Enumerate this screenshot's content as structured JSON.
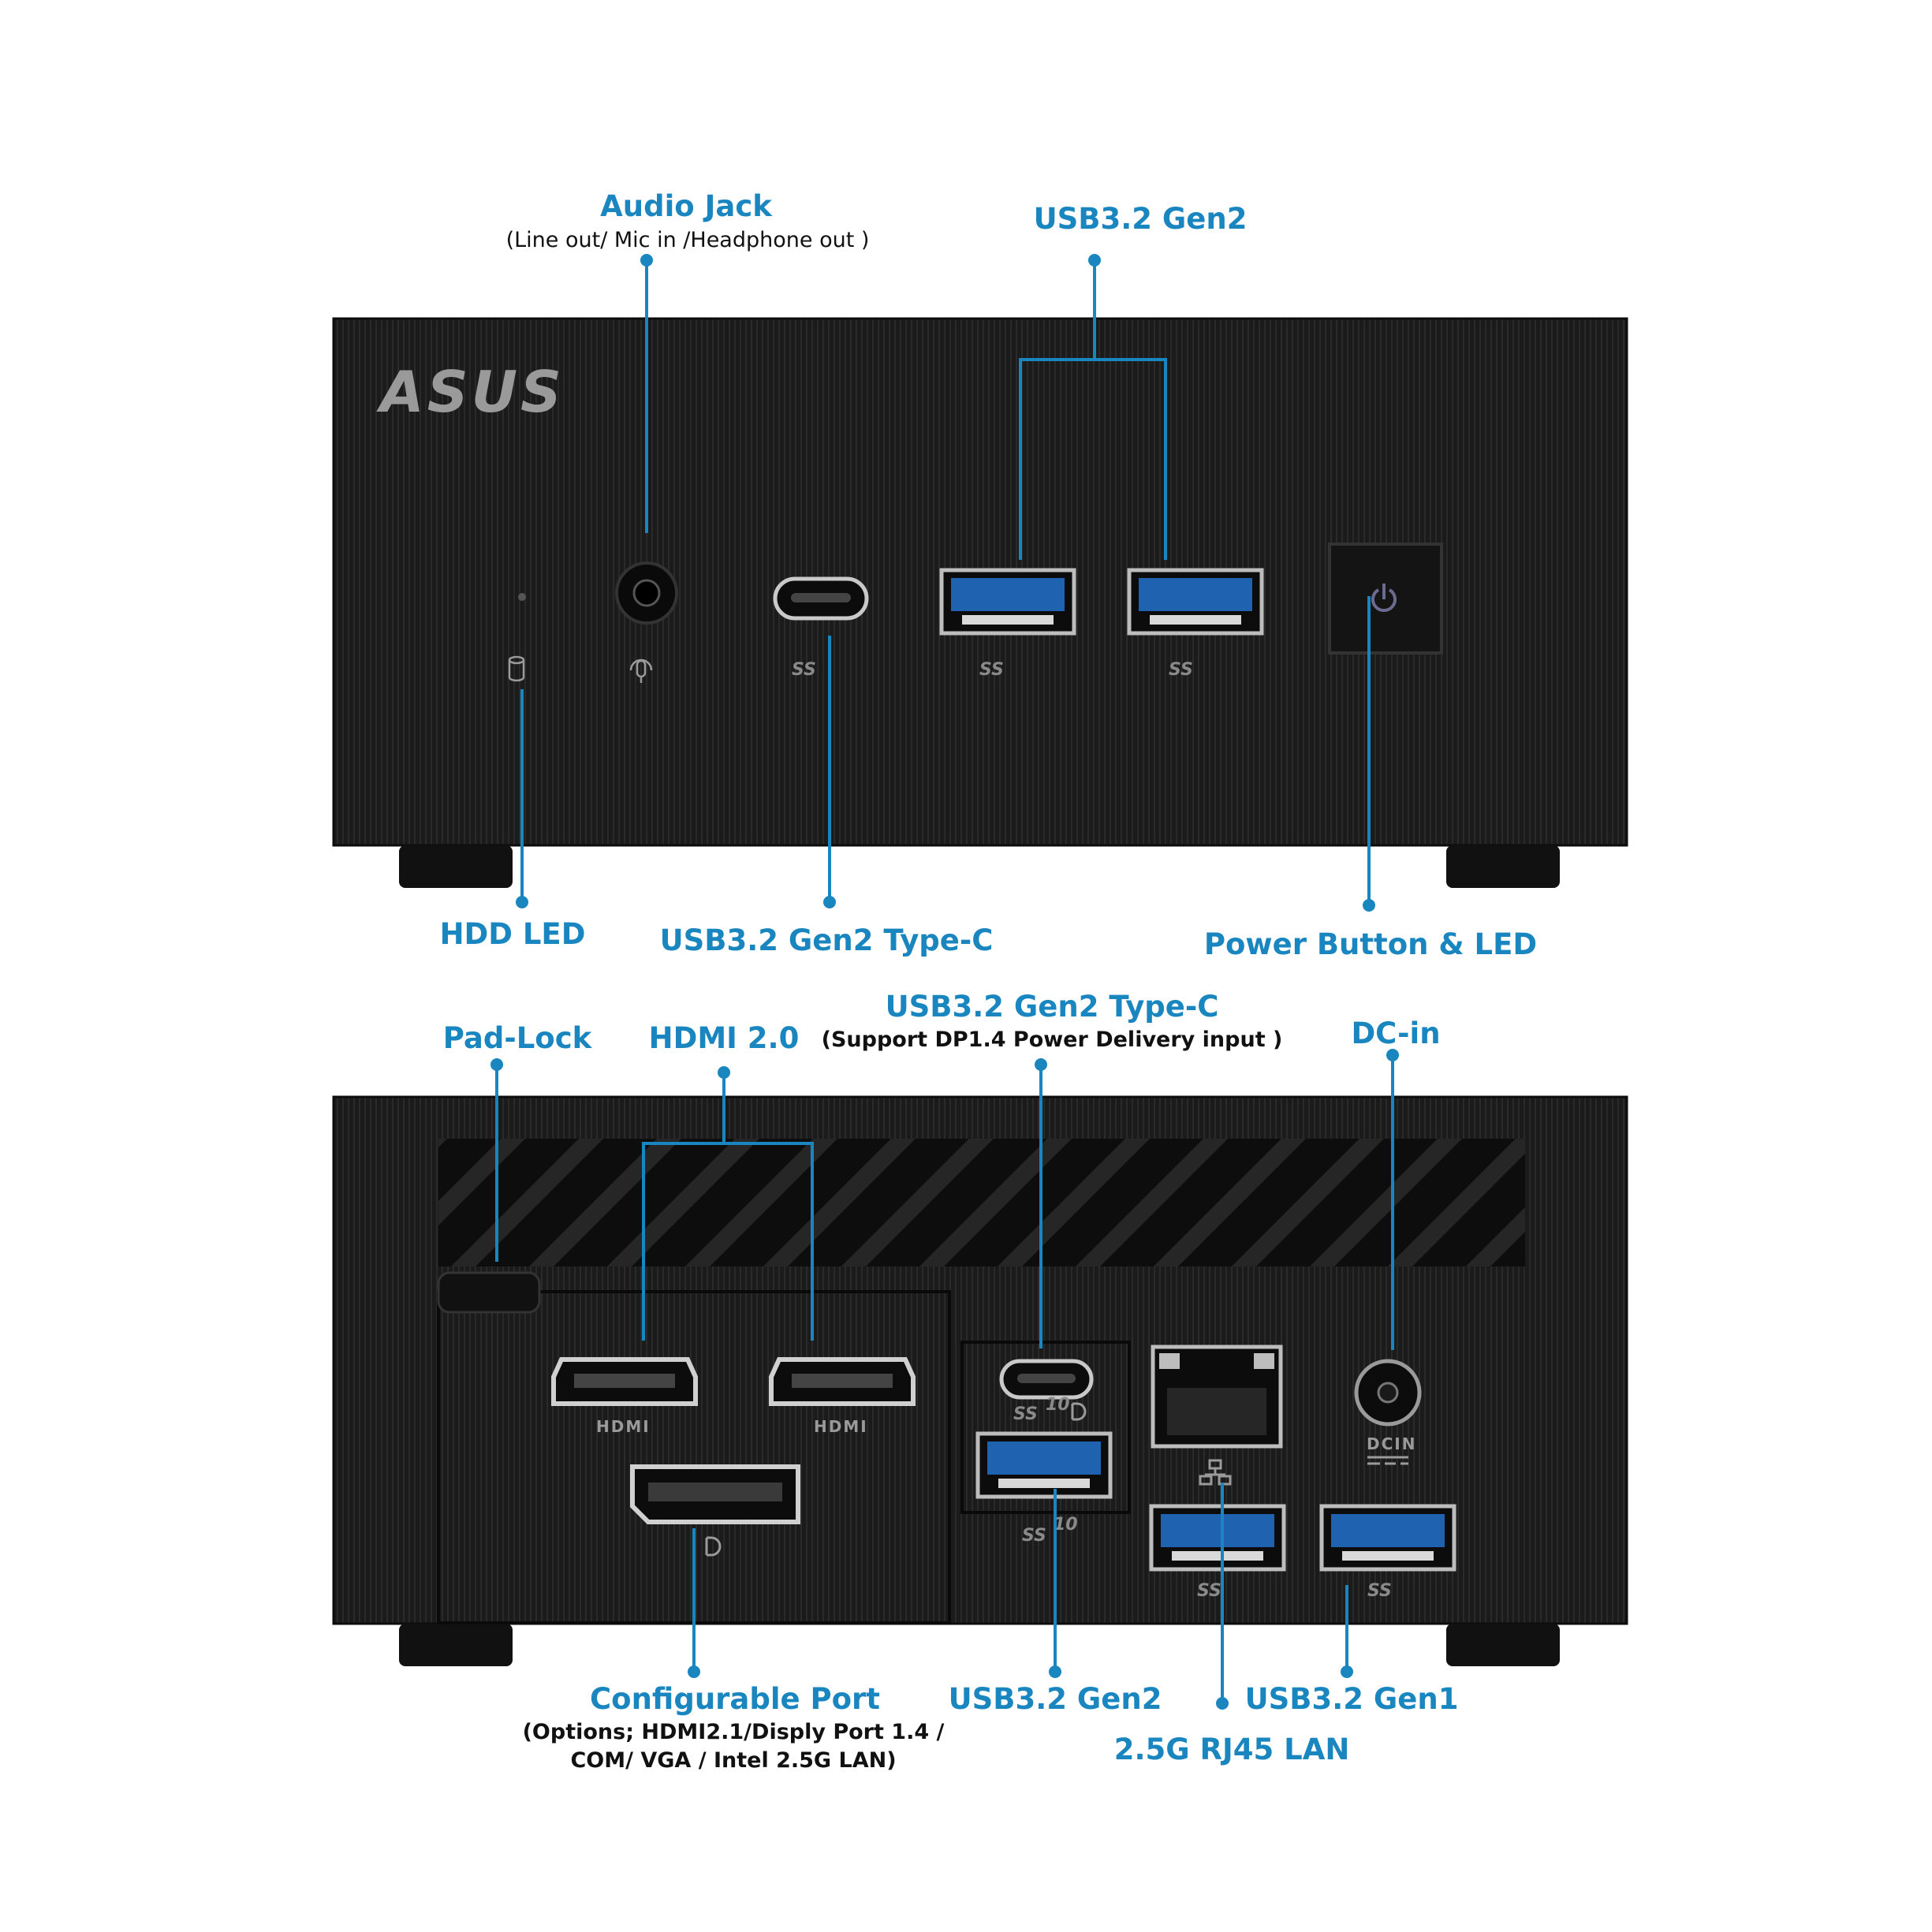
{
  "brand": "ASUS",
  "front": {
    "audio_jack": {
      "title": "Audio Jack",
      "subtitle": "(Line out/ Mic in /Headphone out )"
    },
    "usb_gen2": {
      "title": "USB3.2 Gen2"
    },
    "hdd_led": {
      "title": "HDD LED"
    },
    "usb_typec": {
      "title": "USB3.2 Gen2 Type-C"
    },
    "power": {
      "title": "Power Button & LED"
    }
  },
  "rear": {
    "padlock": {
      "title": "Pad-Lock"
    },
    "hdmi": {
      "title": "HDMI 2.0"
    },
    "usb_typec": {
      "title": "USB3.2 Gen2 Type-C",
      "subtitle": "(Support DP1.4 Power Delivery input )"
    },
    "dcin": {
      "title": "DC-in"
    },
    "configurable": {
      "title": "Configurable Port",
      "subtitle_line1": "(Options; HDMI2.1/Disply Port 1.4 /",
      "subtitle_line2": "COM/ VGA / Intel 2.5G LAN)"
    },
    "usb_gen2": {
      "title": "USB3.2 Gen2"
    },
    "lan": {
      "title": "2.5G RJ45 LAN"
    },
    "usb_gen1": {
      "title": "USB3.2 Gen1"
    }
  },
  "port_markings": {
    "hdmi": "HDMI",
    "dcin": "DCIN",
    "ss": "SS",
    "ss10": "10"
  },
  "colors": {
    "label_blue": "#1a86bf",
    "chassis": "#161616",
    "usb_blue": "#1f63b0"
  }
}
